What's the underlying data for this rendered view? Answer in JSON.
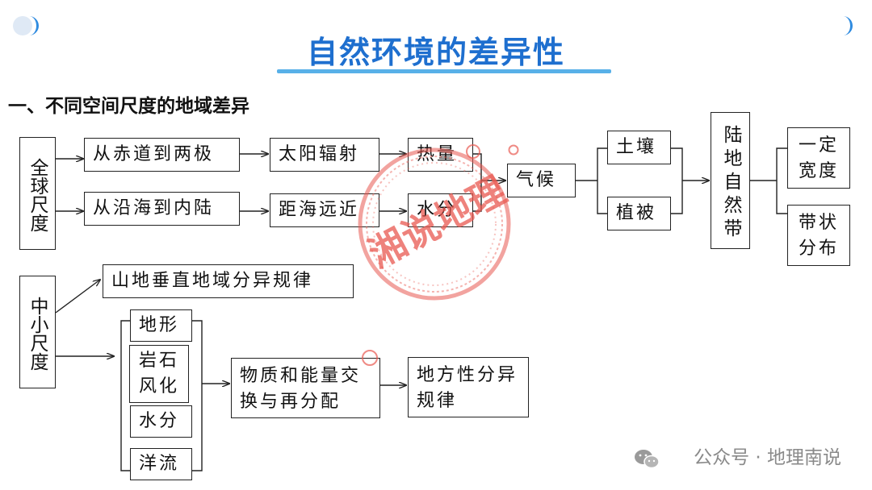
{
  "title": "自然环境的差异性",
  "section_heading": "一、不同空间尺度的地域差异",
  "global_scale": {
    "label": "全球尺度",
    "chain1": [
      "从赤道到两极",
      "太阳辐射",
      "热量"
    ],
    "chain2": [
      "从沿海到内陆",
      "距海远近",
      "水分"
    ],
    "climate": "气候",
    "soil": "土壤",
    "vegetation": "植被",
    "natural_belt": "陆地自然带",
    "result_width": "一定宽度",
    "result_band": "带状分布"
  },
  "local_scale": {
    "label": "中小尺度",
    "mountain_rule": "山地垂直地域分异规律",
    "factors": [
      "地形",
      "岩石风化",
      "水分",
      "洋流"
    ],
    "exchange": "物质和能量交换与再分配",
    "local_rule": "地方性分异规律"
  },
  "stamp_text": "湘说地理",
  "watermark_text": "公众号 · 地理南说",
  "colors": {
    "title": "#1e6fcf",
    "underline": "#58b0e8",
    "stamp": "#e85850",
    "corner_deco": "#2e8be0"
  },
  "icons": [
    "wechat-icon",
    "moon-decoration-icon"
  ]
}
